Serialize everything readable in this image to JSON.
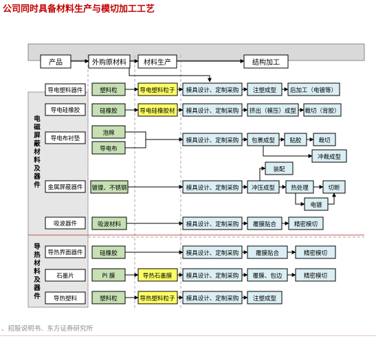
{
  "title": "公司同时具备材料生产与模切加工工艺",
  "source": "、招股说明书、东方证券研究所",
  "colors": {
    "title": "#c00000",
    "banner": "#d9d9d9",
    "panel": "#e6e6e6",
    "raw": "#c6e0b4",
    "prod": "#ffff66",
    "proc": "#daeef3",
    "plain": "#ffffff",
    "line": "#000000",
    "divider": "#c0504d",
    "dash": "#a6a6a6"
  },
  "header": {
    "product": "产品",
    "raw": "外购原材料",
    "prod": "材料生产",
    "proc": "结构加工"
  },
  "categories": {
    "emi": [
      "电",
      "磁",
      "屏",
      "蔽",
      "材",
      "料",
      "及",
      "器",
      "件"
    ],
    "thermal": [
      "导",
      "热",
      "材",
      "料",
      "及",
      "器",
      "件"
    ]
  },
  "products": {
    "p1": "导电塑料器件",
    "p2": "导电硅橡胶",
    "p3": "导电布衬垫",
    "p4": "金属屏蔽器件",
    "p5": "吸波器件",
    "p6": "导热界面器件",
    "p7": "石墨片",
    "p8": "导热塑料"
  },
  "raw": {
    "r1": "塑料粒",
    "r2": "硅橡胶",
    "r3a": "泡棉",
    "r3b": "导电布",
    "r4": "镀镍、不锈钢",
    "r5": "吸波材料",
    "r6": "硅橡胶",
    "r7": "PI 膜",
    "r8": "塑料粒"
  },
  "prod": {
    "m1": "导电塑料粒子",
    "m2": "导电硅橡胶材",
    "m7": "导热石墨膜",
    "m8": "导热塑料粒子"
  },
  "proc": {
    "mold": "模具设计、定制采购",
    "inject": "注塑成型",
    "coat": "后加工（电镀等）",
    "extrude": "挤出（模压）成型",
    "diecut_back": "裁切（背胶）",
    "wrap": "包裹成型",
    "glue": "贴胶",
    "cut": "裁切",
    "punch_form": "冲裁成型",
    "assemble": "装配",
    "stamp": "冲压成型",
    "heat": "热处理",
    "sever": "切断",
    "plate": "电镀",
    "laminate": "覆膜贴合",
    "precise": "精密模切",
    "wrap_edge": "覆膜、包边"
  }
}
